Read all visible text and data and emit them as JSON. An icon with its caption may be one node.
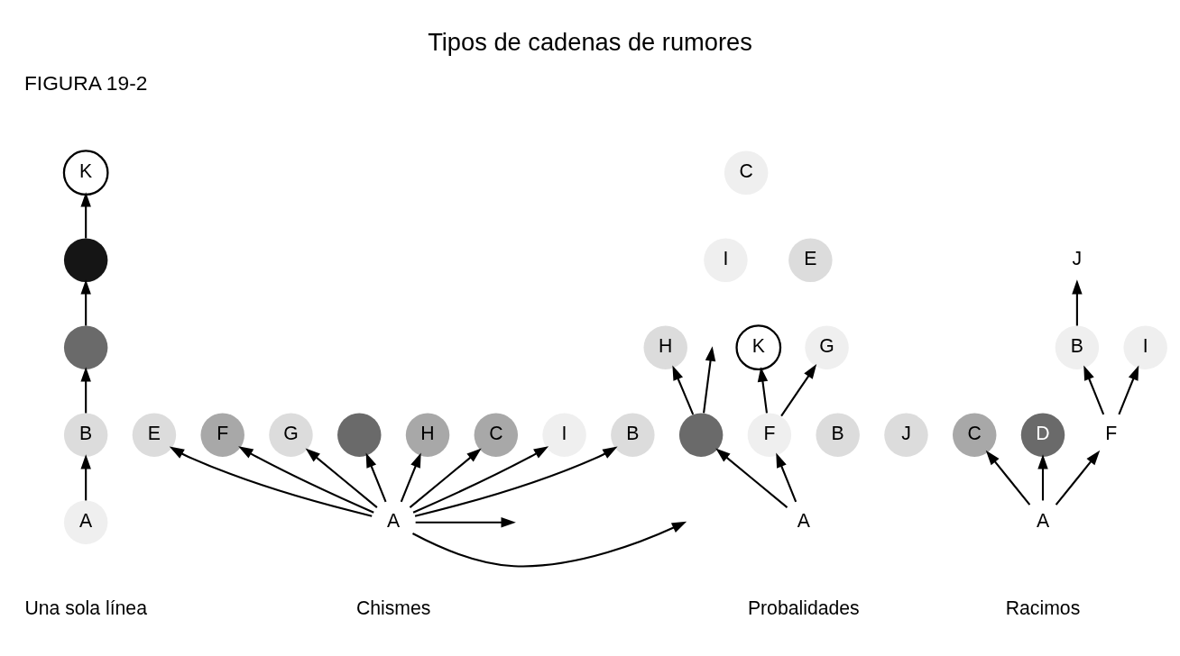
{
  "diagram": {
    "title": "Tipos de cadenas de rumores",
    "nodes": [
      {
        "text": [
          "K"
        ]
      },
      {
        "text": [],
        "shape": "circle"
      },
      {
        "text": [],
        "shape": "circle"
      },
      {
        "text": [
          "B"
        ]
      },
      {
        "text": [
          "A"
        ]
      },
      {
        "text": [
          "E"
        ]
      },
      {
        "text": [
          "F"
        ]
      },
      {
        "text": [
          "G"
        ]
      },
      {
        "text": [],
        "shape": "circle"
      },
      {
        "text": [
          "H"
        ]
      },
      {
        "text": [
          "C"
        ]
      },
      {
        "text": [
          "I"
        ]
      },
      {
        "text": [
          "B"
        ]
      },
      {
        "text": [
          "A"
        ]
      },
      {
        "text": [
          "C"
        ]
      },
      {
        "text": [
          "E"
        ]
      },
      {
        "text": [
          "I"
        ]
      },
      {
        "text": [
          "H"
        ]
      },
      {
        "text": [
          "K"
        ]
      },
      {
        "text": [
          "G"
        ]
      },
      {
        "text": [],
        "shape": "circle"
      },
      {
        "text": [
          "F"
        ]
      },
      {
        "text": [
          "B"
        ]
      },
      {
        "text": [
          "J"
        ]
      },
      {
        "text": [
          "A"
        ]
      },
      {
        "text": [
          "J"
        ]
      },
      {
        "text": [
          "B"
        ]
      },
      {
        "text": [
          "I"
        ]
      },
      {
        "text": [
          "C"
        ]
      },
      {
        "text": [
          "D"
        ]
      },
      {
        "text": [
          "F"
        ]
      },
      {
        "text": [
          "A"
        ]
      }
    ],
    "edges": [
      {
        "from": 4,
        "to": 3,
        "arrow": "to"
      },
      {
        "from": 3,
        "to": 2,
        "arrow": "to"
      },
      {
        "from": 2,
        "to": 1,
        "arrow": "to"
      },
      {
        "from": 1,
        "to": 0,
        "arrow": "to"
      },
      {
        "from": 13,
        "to": 12,
        "arrow": "to"
      },
      {
        "from": 13,
        "to": 10,
        "arrow": "to"
      },
      {
        "from": 13,
        "to": 8,
        "arrow": "to"
      },
      {
        "from": 13,
        "to": 5,
        "arrow": "to"
      },
      {
        "from": 13,
        "to": 6,
        "arrow": "to"
      },
      {
        "from": 13,
        "to": 7,
        "arrow": "to"
      },
      {
        "from": 13,
        "to": 9,
        "arrow": "to"
      },
      {
        "from": 13,
        "to": 11,
        "arrow": "to"
      },
      {
        "from": 13,
        "to": null,
        "arrow": "to"
      },
      {
        "from": 13,
        "to": null,
        "arrow": "to"
      },
      {
        "from": 24,
        "to": 21,
        "arrow": "to"
      },
      {
        "from": 24,
        "to": 20,
        "arrow": "to"
      },
      {
        "from": 21,
        "to": 18,
        "arrow": "to"
      },
      {
        "from": 21,
        "to": 19,
        "arrow": "to"
      },
      {
        "from": 20,
        "to": 17,
        "arrow": "to"
      },
      {
        "from": 20,
        "to": null,
        "arrow": "to"
      },
      {
        "from": 31,
        "to": 28,
        "arrow": "to"
      },
      {
        "from": 31,
        "to": 29,
        "arrow": "to"
      },
      {
        "from": 31,
        "to": 30,
        "arrow": "to"
      },
      {
        "from": 30,
        "to": 26,
        "arrow": "to"
      },
      {
        "from": 30,
        "to": 27,
        "arrow": "to"
      },
      {
        "from": 26,
        "to": 25,
        "arrow": "to"
      }
    ],
    "labels": [
      "FIGURA 19-2",
      "Una sola línea",
      "Chismes",
      "Probalidades",
      "Racimos"
    ]
  }
}
